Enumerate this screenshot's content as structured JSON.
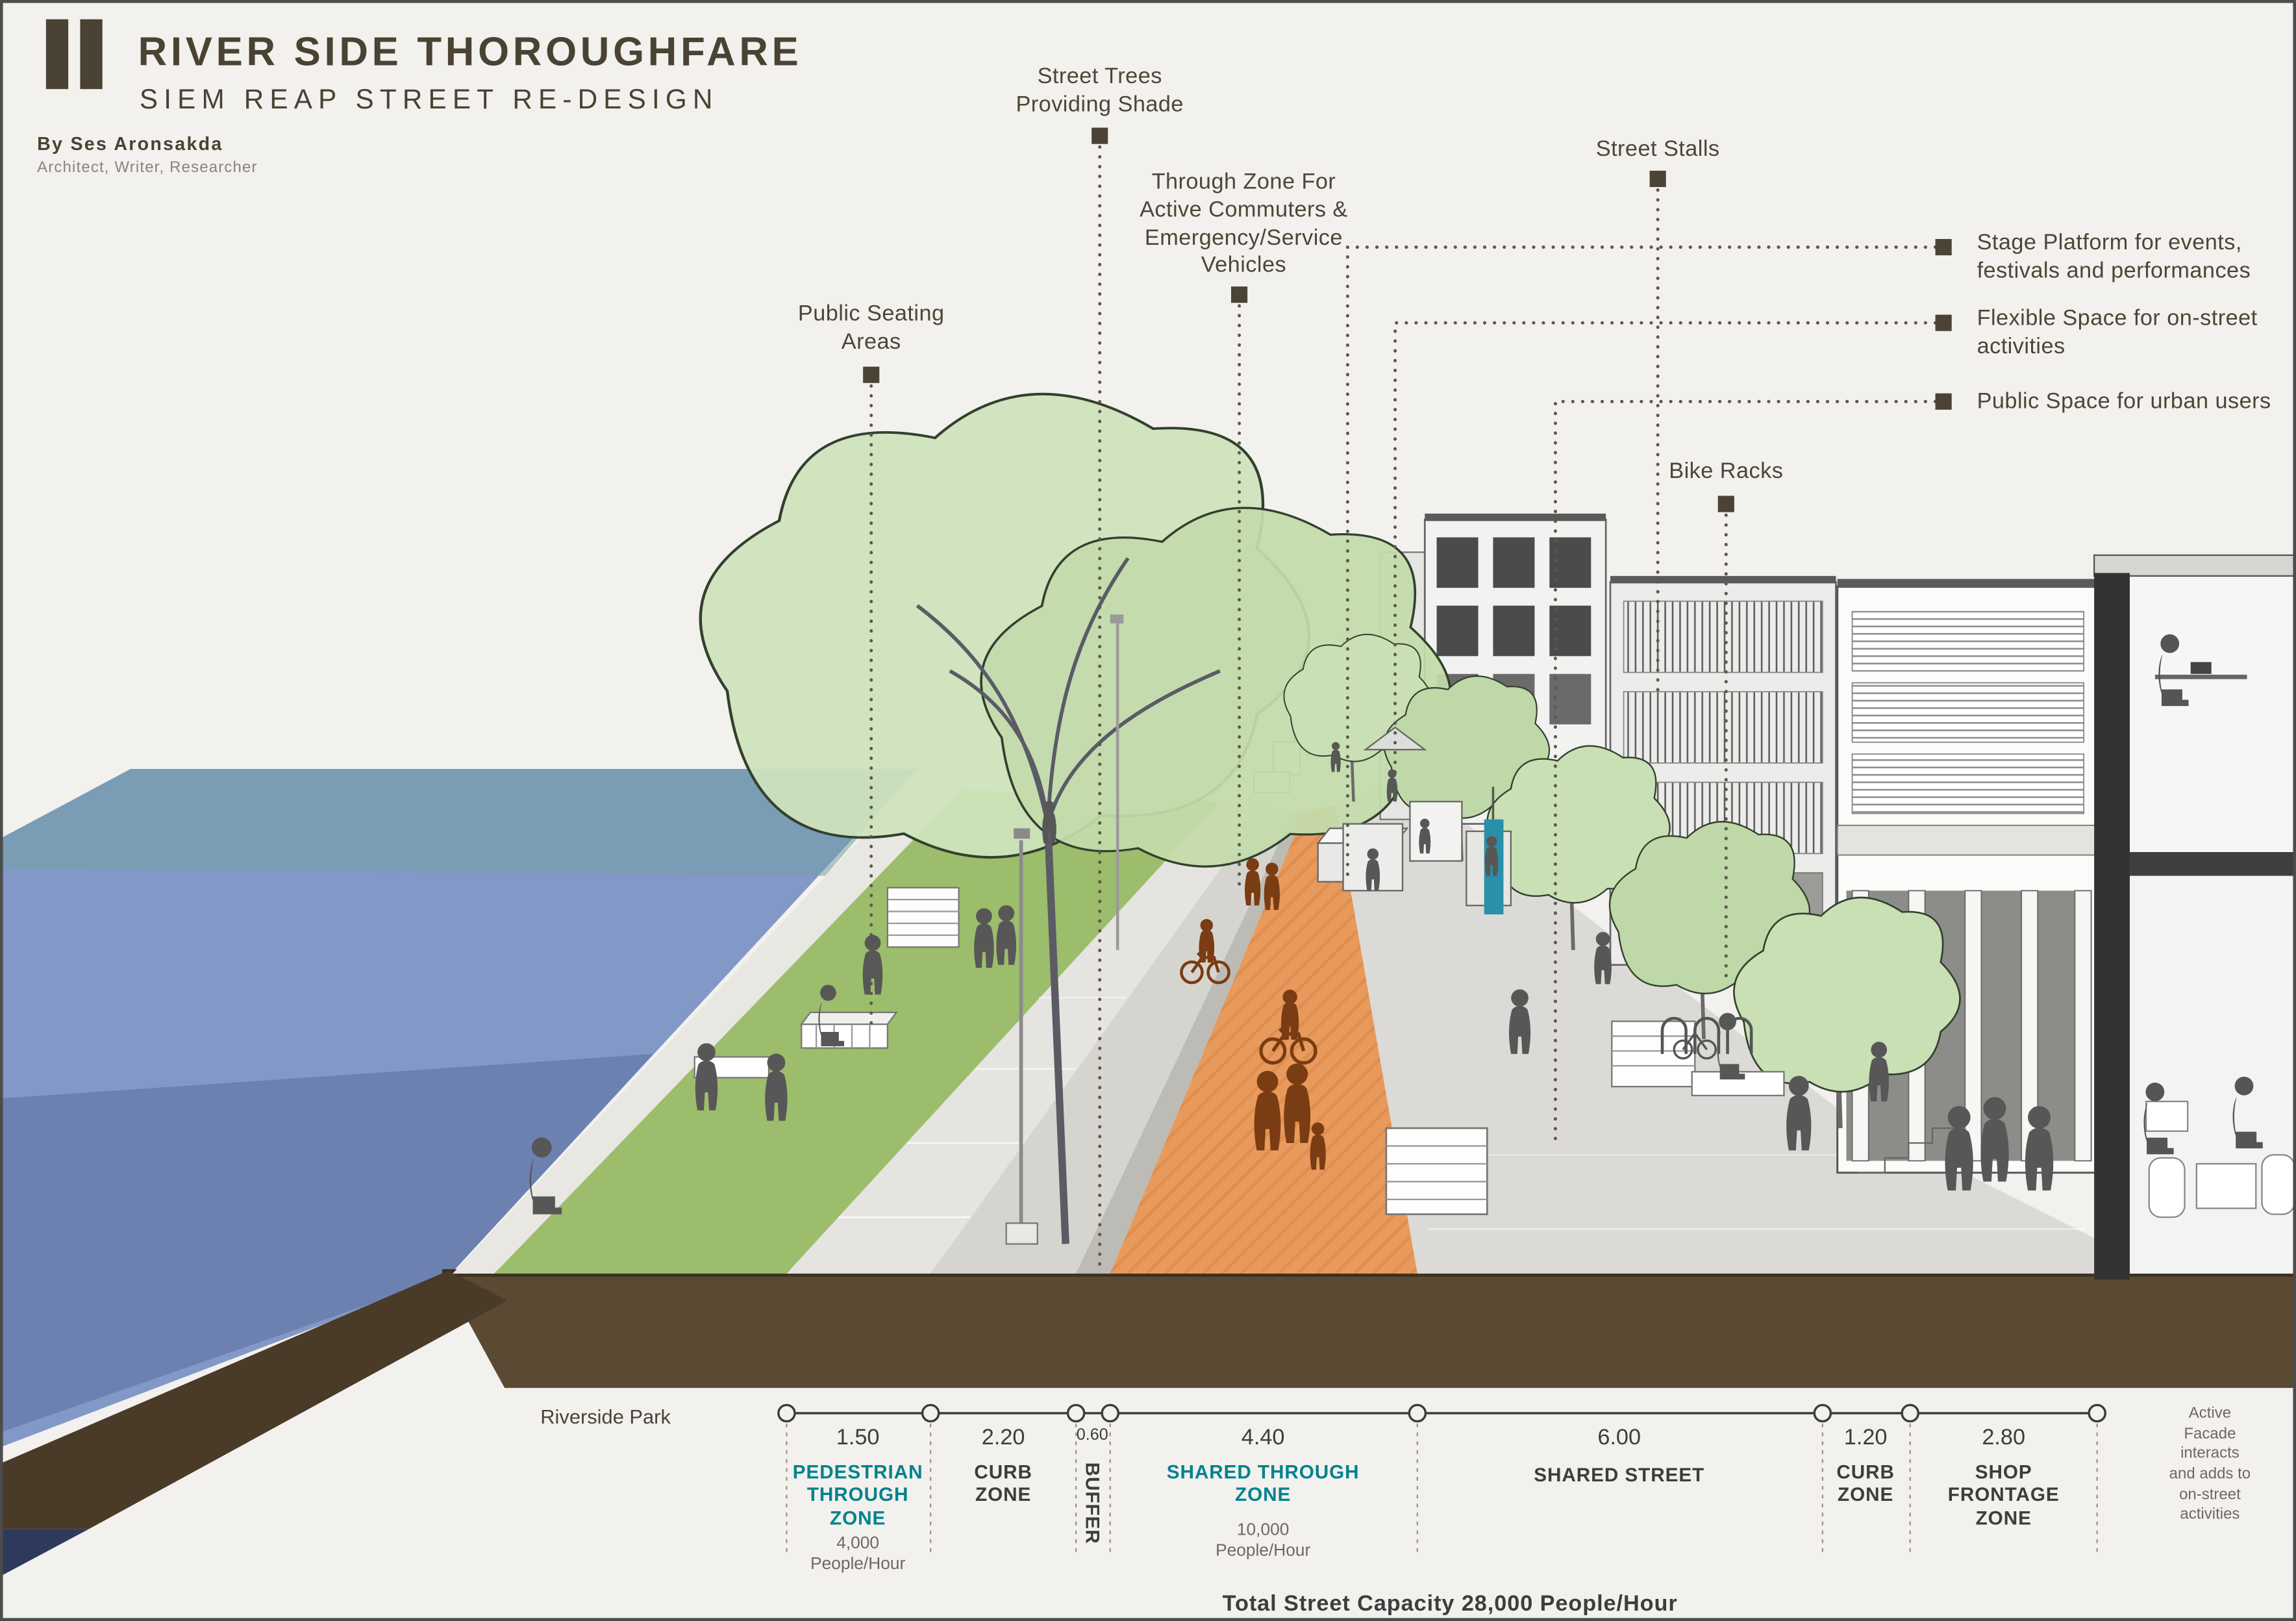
{
  "header": {
    "title": "RIVER SIDE THOROUGHFARE",
    "subtitle": "SIEM REAP STREET RE-DESIGN",
    "byline": "By Ses Aronsakda",
    "byline_role": "Architect, Writer, Researcher"
  },
  "callouts": {
    "street_trees": "Street Trees\nProviding Shade",
    "through_zone": "Through Zone For\nActive Commuters &\nEmergency/Service\nVehicles",
    "public_seating": "Public Seating\nAreas",
    "street_stalls": "Street Stalls",
    "stage_platform": "Stage Platform for events,\nfestivals and performances",
    "flexible_space": "Flexible Space for on-street\nactivities",
    "public_space": "Public Space for urban users",
    "bike_racks": "Bike Racks"
  },
  "dimension": {
    "left_label": "Riverside Park",
    "right_note": "Active Facade\ninteracts and adds to\non-street activities",
    "total": "Total Street Capacity 28,000 People/Hour",
    "zones": [
      {
        "width_label": "1.50",
        "name": "PEDESTRIAN\nTHROUGH\nZONE",
        "capacity": "4,000\nPeople/Hour"
      },
      {
        "width_label": "2.20",
        "name": "CURB\nZONE"
      },
      {
        "width_label": "0.60",
        "name": "BUFFER"
      },
      {
        "width_label": "4.40",
        "name": "SHARED THROUGH\nZONE",
        "capacity": "10,000\nPeople/Hour"
      },
      {
        "width_label": "6.00",
        "name": "SHARED STREET"
      },
      {
        "width_label": "1.20",
        "name": "CURB\nZONE"
      },
      {
        "width_label": "2.80",
        "name": "SHOP\nFRONTAGE\nZONE"
      }
    ]
  },
  "colors": {
    "accent": "#00838c",
    "brand": "#4a4232",
    "orange_path": "#e8995c",
    "river_blue": "#8298c7",
    "grass_green": "#9cbd6b",
    "soil_brown": "#5a4933",
    "leader": "#5f584a"
  }
}
